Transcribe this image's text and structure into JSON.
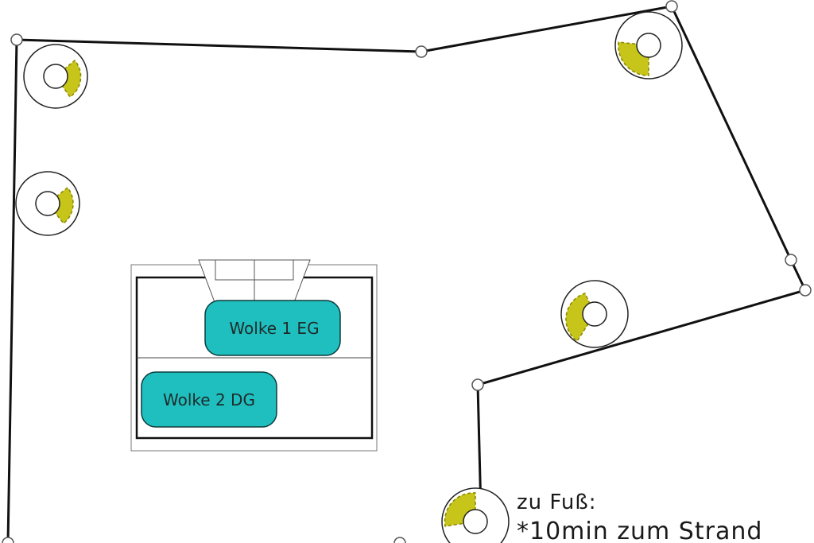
{
  "colors": {
    "boundary": "#111111",
    "node_fill": "#ffffff",
    "tree_sector": "#c7c41a",
    "tree_line": "#222222",
    "unit_fill": "#1fbfbf",
    "unit_stroke": "#0f3b3b"
  },
  "units": [
    {
      "label": "Wolke 1 EG"
    },
    {
      "label": "Wolke 2 DG"
    }
  ],
  "note": {
    "line1": "zu Fuß:",
    "line2": "*10min zum Strand"
  },
  "icons": [
    "tree-icon",
    "vertex-marker-icon"
  ]
}
